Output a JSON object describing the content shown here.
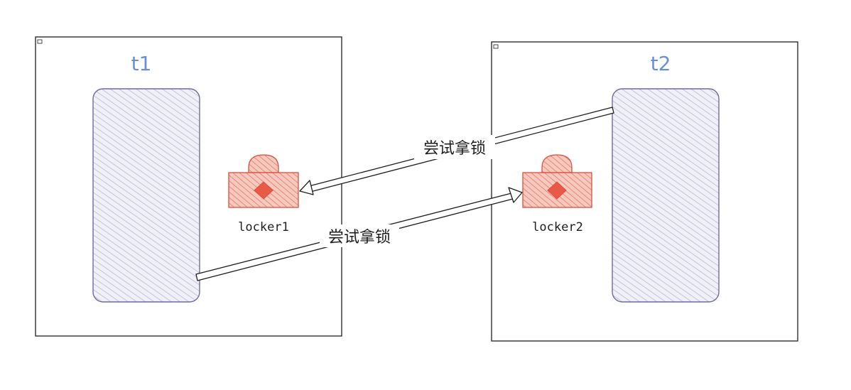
{
  "threads": [
    {
      "label": "t1"
    },
    {
      "label": "t2"
    }
  ],
  "locks": [
    {
      "label": "locker1"
    },
    {
      "label": "locker2"
    }
  ],
  "edges": [
    {
      "label": "尝试拿锁",
      "from": "t2",
      "to": "locker1"
    },
    {
      "label": "尝试拿锁",
      "from": "t1",
      "to": "locker2"
    }
  ],
  "colors": {
    "thread_label": "#6b8fd6",
    "worker_fill": "#d9d8ee",
    "worker_stroke": "#6f6ba0",
    "lock": "#e85a45"
  }
}
